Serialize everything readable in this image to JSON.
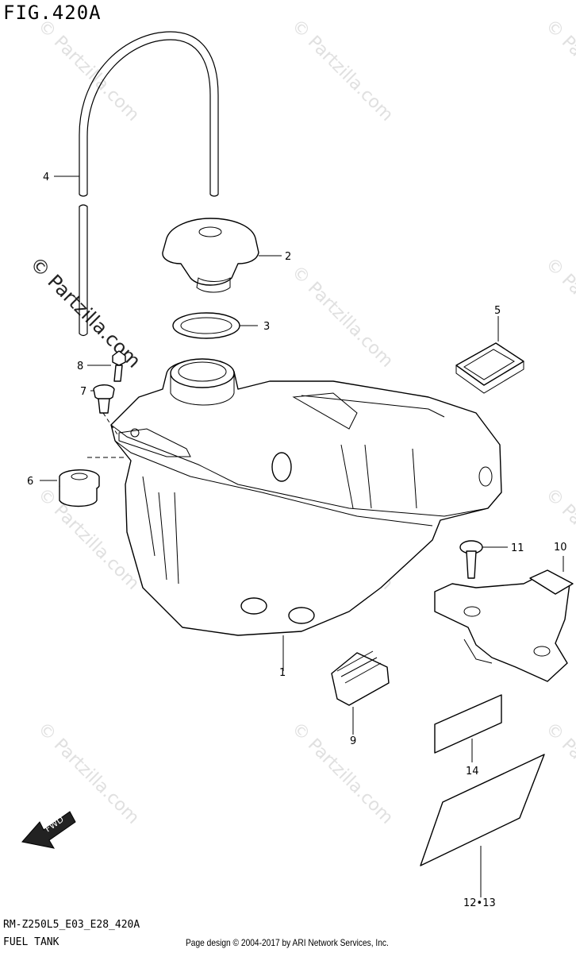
{
  "figure": {
    "title": "FIG.420A",
    "model_code": "RM-Z250L5_E03_E28_420A",
    "section_name": "FUEL TANK",
    "page_credit": "Page design © 2004-2017 by ARI Network Services, Inc.",
    "watermark": "© Partzilla.com",
    "direction_label": "FWD"
  },
  "callouts": [
    {
      "id": "1",
      "label": "1"
    },
    {
      "id": "2",
      "label": "2"
    },
    {
      "id": "3",
      "label": "3"
    },
    {
      "id": "4",
      "label": "4"
    },
    {
      "id": "5",
      "label": "5"
    },
    {
      "id": "6",
      "label": "6"
    },
    {
      "id": "7",
      "label": "7"
    },
    {
      "id": "8",
      "label": "8"
    },
    {
      "id": "9",
      "label": "9"
    },
    {
      "id": "10",
      "label": "10"
    },
    {
      "id": "11",
      "label": "11"
    },
    {
      "id": "12-13",
      "label": "12•13"
    },
    {
      "id": "14",
      "label": "14"
    }
  ]
}
